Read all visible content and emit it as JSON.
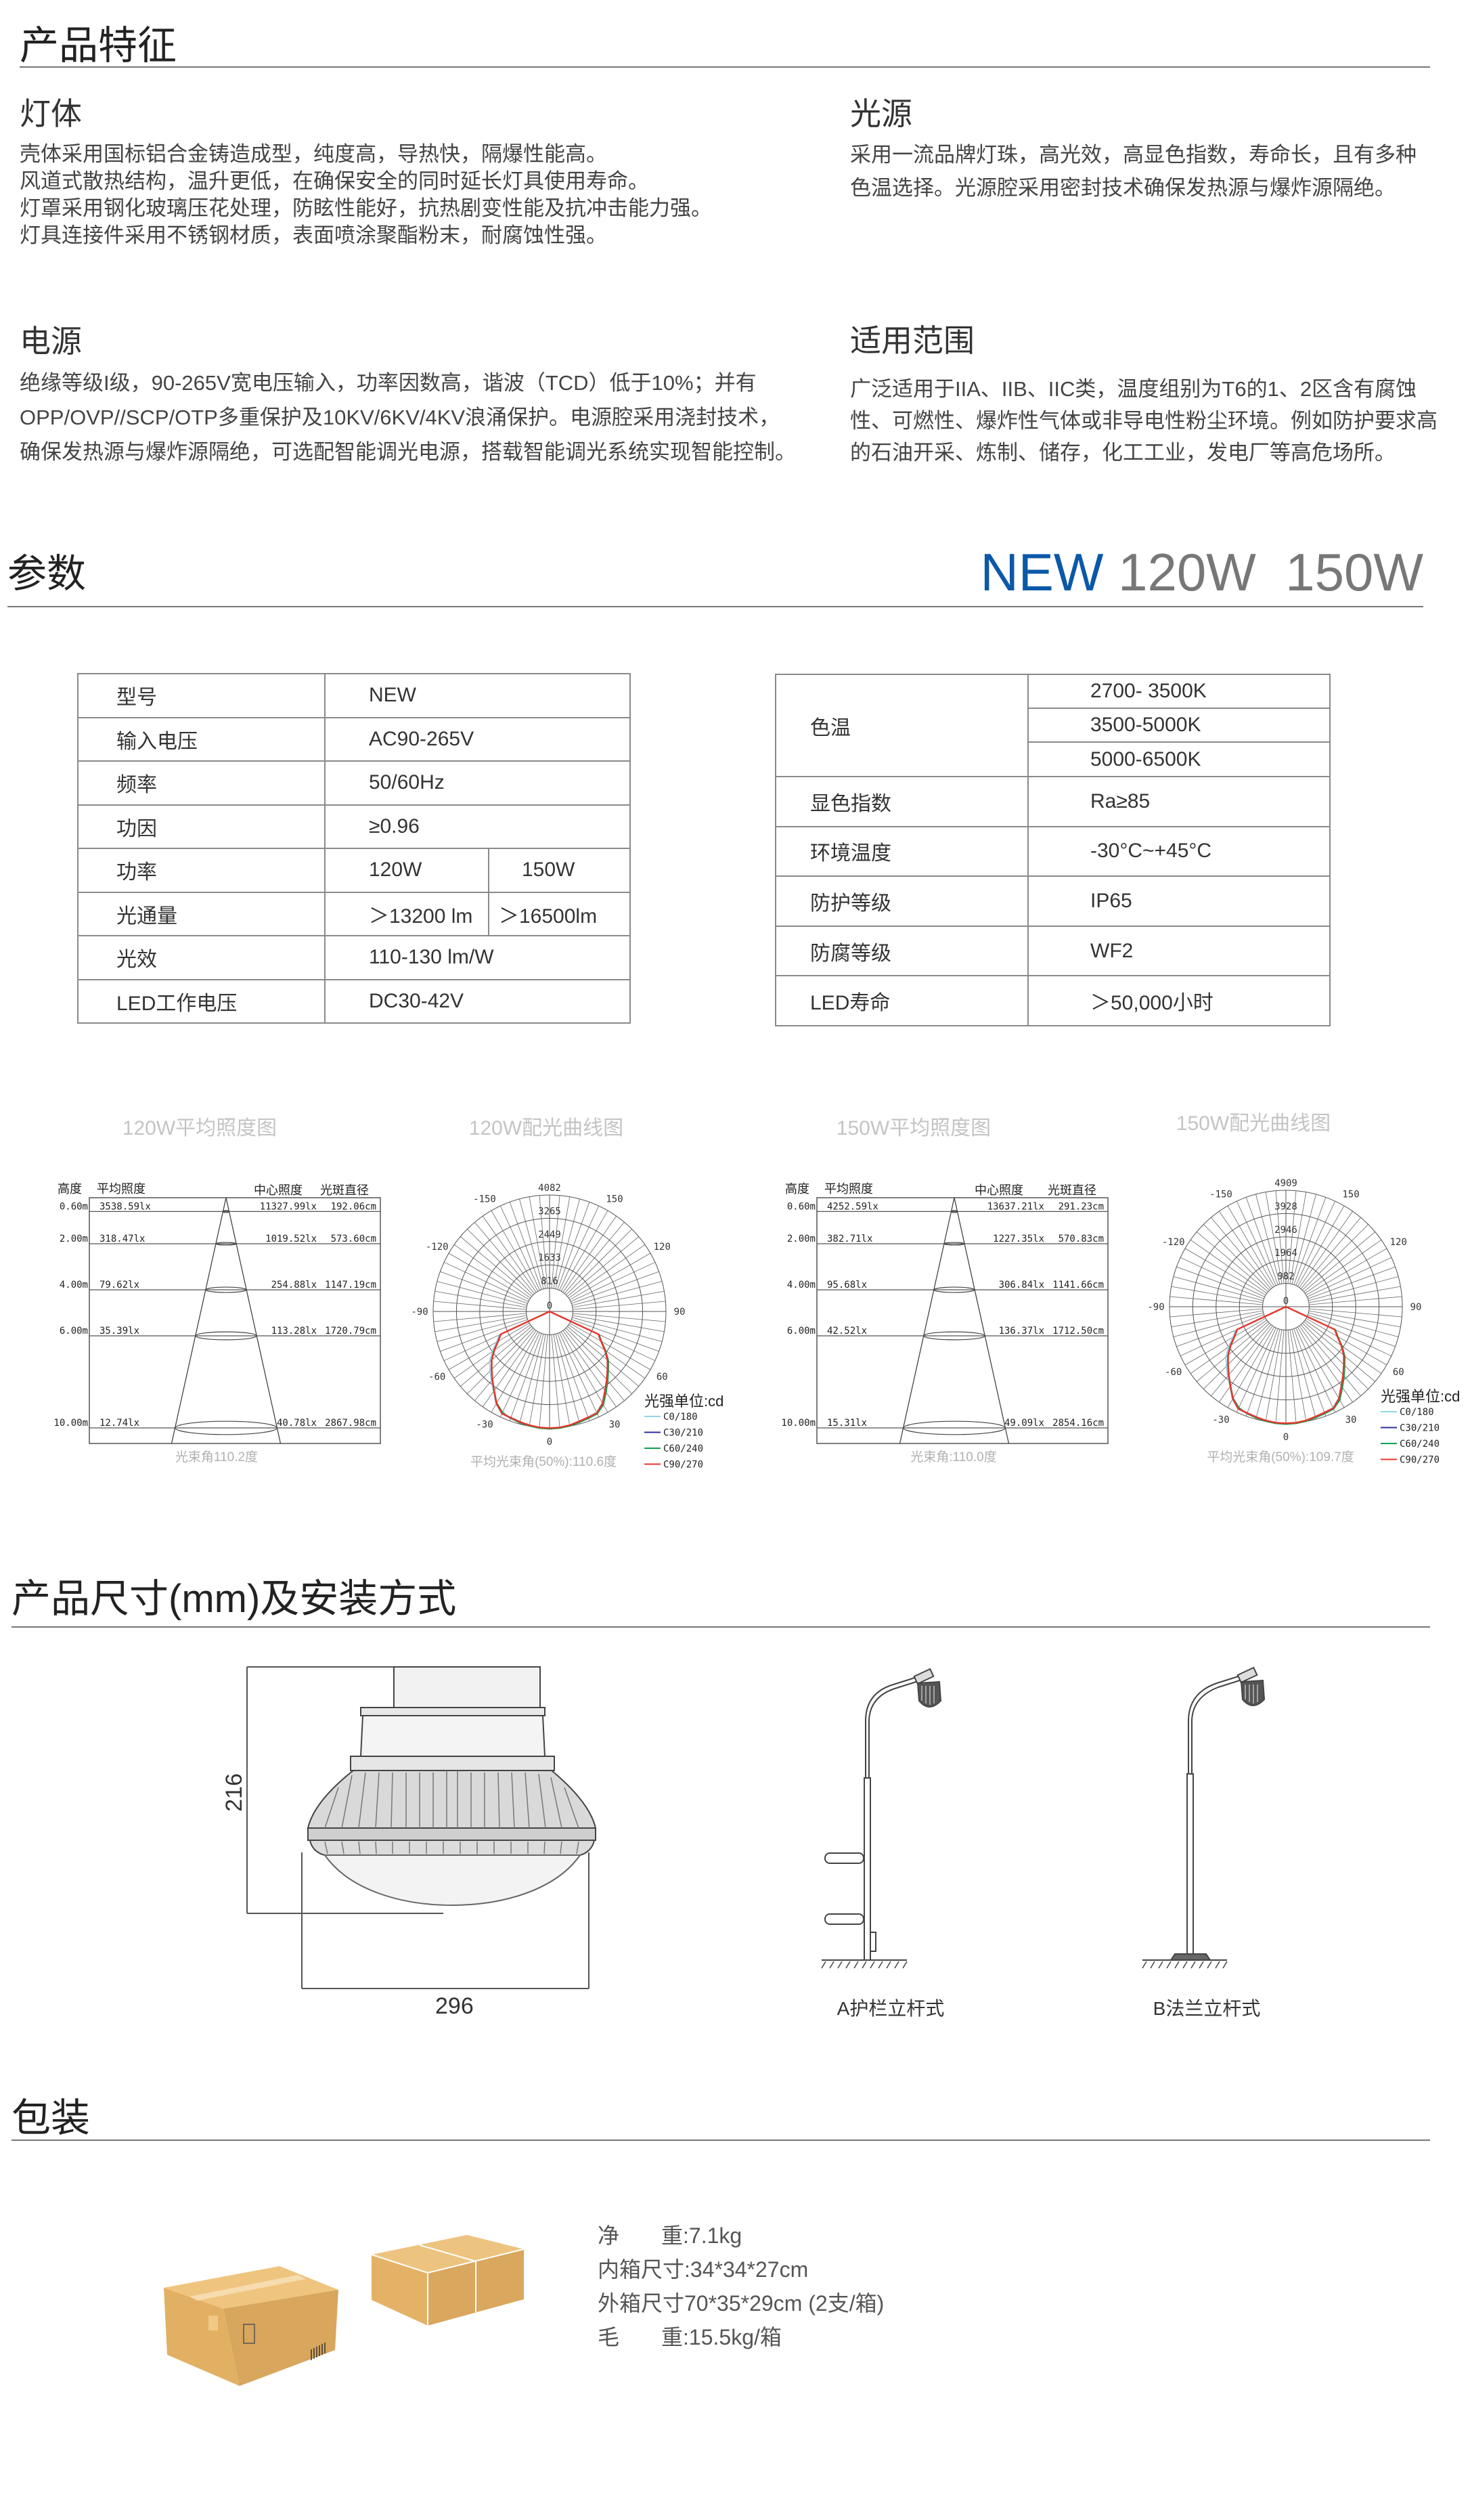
{
  "features": {
    "title": "产品特征",
    "lamp_body": {
      "heading": "灯体",
      "lines": [
        "壳体采用国标铝合金铸造成型，纯度高，导热快，隔爆性能高。",
        "风道式散热结构，温升更低，在确保安全的同时延长灯具使用寿命。",
        "灯罩采用钢化玻璃压花处理，防眩性能好，抗热剧变性能及抗冲击能力强。",
        "灯具连接件采用不锈钢材质，表面喷涂聚酯粉末，耐腐蚀性强。"
      ]
    },
    "light_source": {
      "heading": "光源",
      "lines": [
        "采用一流品牌灯珠，高光效，高显色指数，寿命长，且有多种",
        "色温选择。光源腔采用密封技术确保发热源与爆炸源隔绝。"
      ]
    },
    "power": {
      "heading": "电源",
      "lines": [
        "绝缘等级I级，90-265V宽电压输入，功率因数高，谐波（TCD）低于10%；并有",
        "OPP/OVP//SCP/OTP多重保护及10KV/6KV/4KV浪涌保护。电源腔采用浇封技术，",
        "确保发热源与爆炸源隔绝，可选配智能调光电源，搭载智能调光系统实现智能控制。"
      ]
    },
    "application": {
      "heading": "适用范围",
      "lines": [
        "广泛适用于IIA、IIB、IIC类，温度组别为T6的1、2区含有腐蚀",
        "性、可燃性、爆炸性气体或非导电性粉尘环境。例如防护要求高",
        "的石油开采、炼制、储存，化工工业，发电厂等高危场所。"
      ]
    }
  },
  "params": {
    "title": "参数",
    "model_new": "NEW",
    "model_120": "120W",
    "model_150": "150W",
    "left_table": [
      {
        "label": "型号",
        "value": "NEW"
      },
      {
        "label": "输入电压",
        "value": "AC90-265V"
      },
      {
        "label": "频率",
        "value": "50/60Hz"
      },
      {
        "label": "功因",
        "value": "≥0.96"
      },
      {
        "label": "功率",
        "value_120": "120W",
        "value_150": "150W"
      },
      {
        "label": "光通量",
        "value_120": "＞13200 lm",
        "value_150": "＞16500lm"
      },
      {
        "label": "光效",
        "value": "110-130 lm/W"
      },
      {
        "label": "LED工作电压",
        "value": "DC30-42V"
      }
    ],
    "right_table": {
      "color_temp": {
        "label": "色温",
        "values": [
          "2700- 3500K",
          "3500-5000K",
          "5000-6500K"
        ]
      },
      "rows": [
        {
          "label": "显色指数",
          "value": "Ra≥85"
        },
        {
          "label": "环境温度",
          "value": "-30°C~+45°C"
        },
        {
          "label": "防护等级",
          "value": "IP65"
        },
        {
          "label": "防腐等级",
          "value": "WF2"
        },
        {
          "label": "LED寿命",
          "value": "＞50,000小时"
        }
      ]
    }
  },
  "chart_data": [
    {
      "type": "illuminance",
      "title": "120W平均照度图",
      "headers": {
        "height": "高度",
        "avg": "平均照度",
        "center": "中心照度",
        "diameter": "光斑直径"
      },
      "rows": [
        {
          "height": 0.6,
          "height_label": "0.60m",
          "avg": "3538.59lx",
          "center": "11327.99lx",
          "diameter": "192.06cm"
        },
        {
          "height": 2,
          "height_label": "2.00m",
          "avg": "318.47lx",
          "center": "1019.52lx",
          "diameter": "573.60cm"
        },
        {
          "height": 4,
          "height_label": "4.00m",
          "avg": "79.62lx",
          "center": "254.88lx",
          "diameter": "1147.19cm"
        },
        {
          "height": 6,
          "height_label": "6.00m",
          "avg": "35.39lx",
          "center": "113.28lx",
          "diameter": "1720.79cm"
        },
        {
          "height": 10,
          "height_label": "10.00m",
          "avg": "12.74lx",
          "center": "40.78lx",
          "diameter": "2867.98cm"
        }
      ],
      "caption": "光束角110.2度"
    },
    {
      "type": "polar",
      "title": "120W配光曲线图",
      "ring_values": [
        816,
        1633,
        2449,
        3265,
        4082
      ],
      "angle_labels": [
        -150,
        150,
        -120,
        120,
        -90,
        90,
        -60,
        60,
        -30,
        30,
        0
      ],
      "center_label": "0",
      "unit_label": "光强单位:cd",
      "angles": [
        -65,
        -60,
        -55,
        -50,
        -45,
        -40,
        -35,
        -30,
        -25,
        -20,
        -15,
        -10,
        -5,
        0,
        5,
        10,
        15,
        20,
        25,
        30,
        35,
        40,
        45,
        50,
        55,
        60,
        65
      ],
      "series": [
        {
          "name": "C0/180",
          "color": "#8fd6e6",
          "values": [
            1950,
            2150,
            2450,
            2750,
            2950,
            3180,
            3420,
            3750,
            3960,
            3980,
            4010,
            4060,
            4080,
            4090,
            4080,
            4050,
            3990,
            3950,
            3900,
            3700,
            3380,
            3120,
            2870,
            2640,
            2360,
            2080,
            1880
          ]
        },
        {
          "name": "C30/210",
          "color": "#2e2e9a",
          "values": [
            1900,
            2090,
            2380,
            2660,
            2880,
            3130,
            3400,
            3730,
            3940,
            3960,
            4000,
            4060,
            4090,
            4100,
            4090,
            4060,
            4000,
            3960,
            3940,
            3730,
            3400,
            3130,
            2880,
            2660,
            2380,
            2090,
            1900
          ]
        },
        {
          "name": "C60/240",
          "color": "#12a052",
          "values": [
            1880,
            2070,
            2350,
            2640,
            2860,
            3110,
            3380,
            3700,
            3900,
            3990,
            4040,
            4080,
            4110,
            4120,
            4110,
            4080,
            4030,
            3990,
            3960,
            3780,
            3460,
            3180,
            2920,
            2700,
            2410,
            2110,
            1920
          ]
        },
        {
          "name": "C90/270",
          "color": "#e8342a",
          "values": [
            1890,
            2080,
            2370,
            2650,
            2870,
            3120,
            3390,
            3720,
            3950,
            3970,
            4010,
            4050,
            4080,
            4090,
            4080,
            4050,
            3990,
            3950,
            3930,
            3720,
            3390,
            3120,
            2870,
            2650,
            2370,
            2080,
            1890
          ]
        }
      ],
      "caption": "平均光束角(50%):110.6度"
    },
    {
      "type": "illuminance",
      "title": "150W平均照度图",
      "headers": {
        "height": "高度",
        "avg": "平均照度",
        "center": "中心照度",
        "diameter": "光斑直径"
      },
      "rows": [
        {
          "height": 0.6,
          "height_label": "0.60m",
          "avg": "4252.59lx",
          "center": "13637.21lx",
          "diameter": "291.23cm"
        },
        {
          "height": 2,
          "height_label": "2.00m",
          "avg": "382.71lx",
          "center": "1227.35lx",
          "diameter": "570.83cm"
        },
        {
          "height": 4,
          "height_label": "4.00m",
          "avg": "95.68lx",
          "center": "306.84lx",
          "diameter": "1141.66cm"
        },
        {
          "height": 6,
          "height_label": "6.00m",
          "avg": "42.52lx",
          "center": "136.37lx",
          "diameter": "1712.50cm"
        },
        {
          "height": 10,
          "height_label": "10.00m",
          "avg": "15.31lx",
          "center": "49.09lx",
          "diameter": "2854.16cm"
        }
      ],
      "caption": "光束角:110.0度"
    },
    {
      "type": "polar",
      "title": "150W配光曲线图",
      "ring_values": [
        982,
        1964,
        2946,
        3928,
        4909
      ],
      "angle_labels": [
        -150,
        150,
        -120,
        120,
        -90,
        90,
        -60,
        60,
        -30,
        30,
        0
      ],
      "center_label": "0",
      "unit_label": "光强单位:cd",
      "angles": [
        -65,
        -60,
        -55,
        -50,
        -45,
        -40,
        -35,
        -30,
        -25,
        -20,
        -15,
        -10,
        -5,
        0,
        5,
        10,
        15,
        20,
        25,
        30,
        35,
        40,
        45,
        50,
        55,
        60,
        65
      ],
      "series": [
        {
          "name": "C0/180",
          "color": "#8fd6e6",
          "values": [
            2345,
            2585,
            2946,
            3307,
            3548,
            3824,
            4113,
            4510,
            4762,
            4786,
            4822,
            4883,
            4907,
            4919,
            4907,
            4870,
            4798,
            4750,
            4690,
            4450,
            4065,
            3752,
            3451,
            3175,
            2838,
            2501,
            2261
          ]
        },
        {
          "name": "C30/210",
          "color": "#2e2e9a",
          "values": [
            2285,
            2513,
            2862,
            3199,
            3463,
            3764,
            4089,
            4486,
            4738,
            4762,
            4810,
            4883,
            4919,
            4931,
            4919,
            4883,
            4810,
            4762,
            4738,
            4486,
            4089,
            3764,
            3463,
            3199,
            2862,
            2513,
            2285
          ]
        },
        {
          "name": "C60/240",
          "color": "#12a052",
          "values": [
            2261,
            2489,
            2826,
            3175,
            3439,
            3740,
            4065,
            4450,
            4690,
            4798,
            4858,
            4907,
            4943,
            4955,
            4943,
            4907,
            4846,
            4798,
            4762,
            4546,
            4161,
            3824,
            3511,
            3247,
            2898,
            2537,
            2309
          ]
        },
        {
          "name": "C90/270",
          "color": "#e8342a",
          "values": [
            2273,
            2501,
            2850,
            3187,
            3451,
            3752,
            4077,
            4474,
            4750,
            4774,
            4822,
            4870,
            4907,
            4919,
            4907,
            4870,
            4798,
            4750,
            4726,
            4474,
            4077,
            3752,
            3451,
            3187,
            2850,
            2501,
            2273
          ]
        }
      ],
      "caption": "平均光束角(50%):109.7度"
    }
  ],
  "dimensions": {
    "title": "产品尺寸(mm)及安装方式",
    "height_value": "216",
    "width_value": "296",
    "install_a": "A护栏立杆式",
    "install_b": "B法兰立杆式"
  },
  "packaging": {
    "title": "包装",
    "net_label_1": "净",
    "net_label_2": "重:7.1kg",
    "inner_box": "内箱尺寸:34*34*27cm",
    "outer_box": "外箱尺寸70*35*29cm (2支/箱)",
    "gross_label_1": "毛",
    "gross_label_2": "重:15.5kg/箱"
  }
}
